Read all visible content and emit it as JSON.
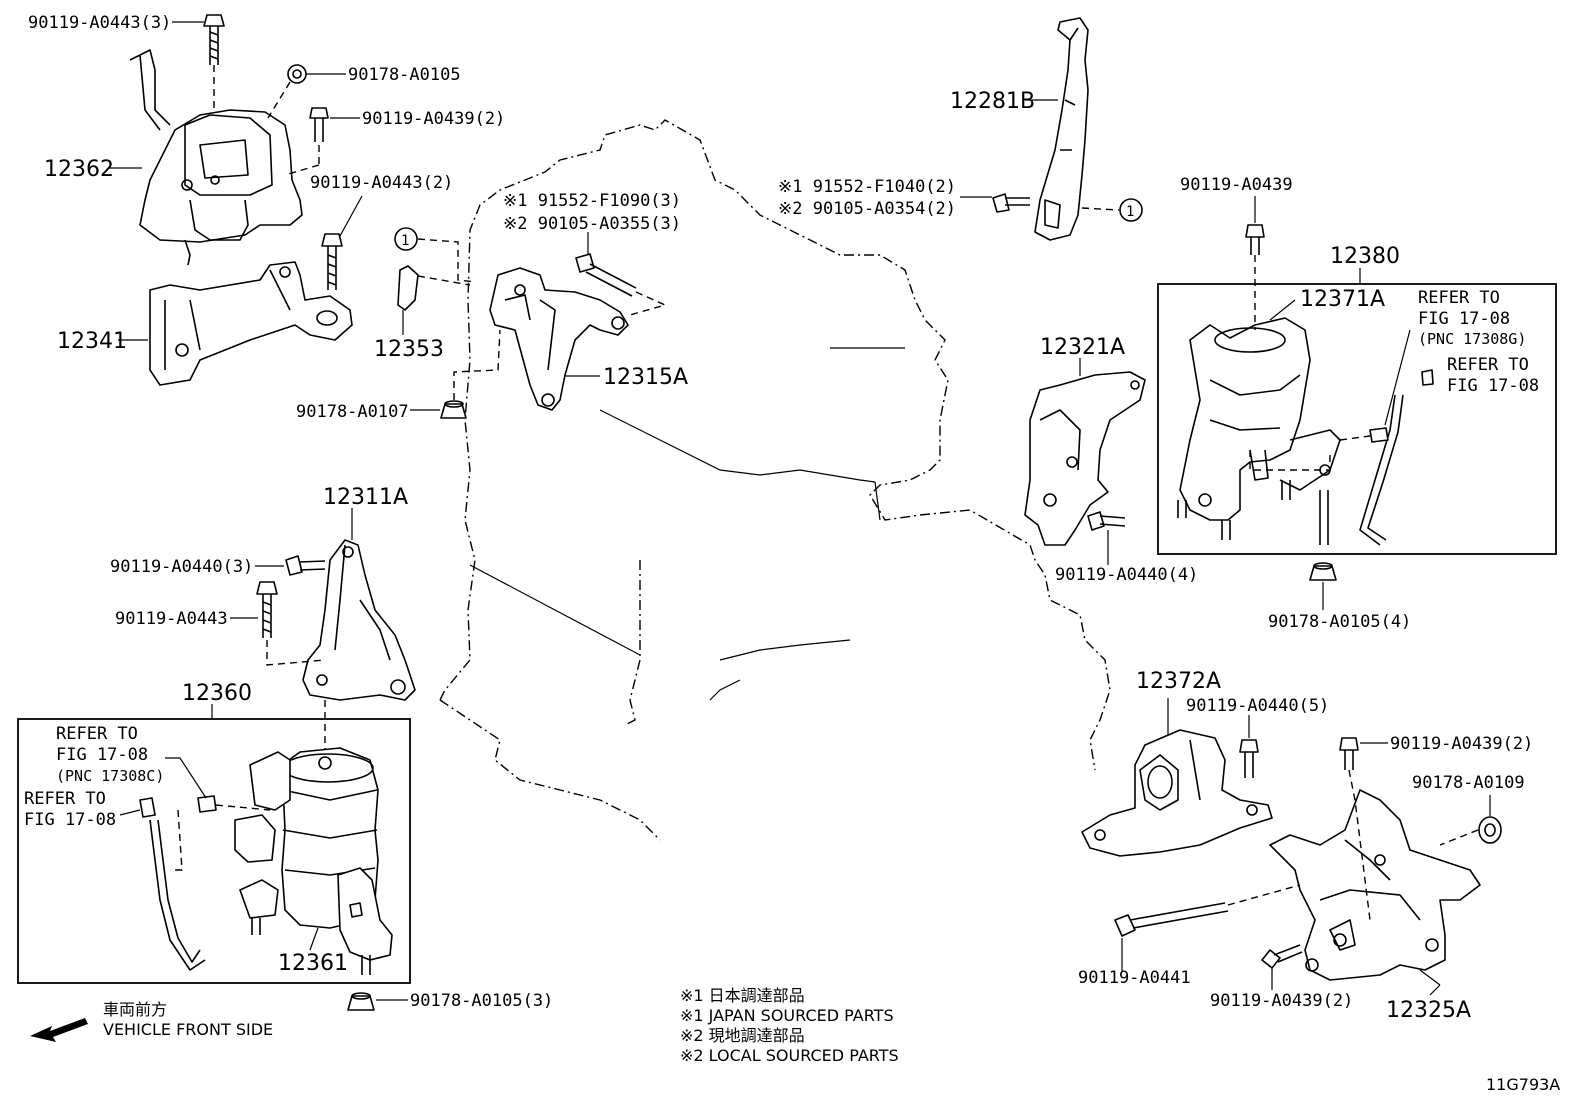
{
  "diagram_id": "11G793A",
  "legend": {
    "jp1": "※1  日本調達部品",
    "en1": "※1  JAPAN SOURCED PARTS",
    "jp2": "※2  現地調達部品",
    "en2": "※2  LOCAL SOURCED PARTS"
  },
  "front": {
    "jp": "車両前方",
    "en": "VEHICLE FRONT SIDE"
  },
  "parts": {
    "p12362": "12362",
    "p12341": "12341",
    "p12353": "12353",
    "p12315A": "12315A",
    "p12281B": "12281B",
    "p12321A": "12321A",
    "p12380": "12380",
    "p12371A": "12371A",
    "p12311A": "12311A",
    "p12360": "12360",
    "p12361": "12361",
    "p12372A": "12372A",
    "p12325A": "12325A"
  },
  "fasteners": {
    "f_a0443_3": "90119-A0443(3)",
    "f_a0105": "90178-A0105",
    "f_a0439_2_top": "90119-A0439(2)",
    "f_a0443_2": "90119-A0443(2)",
    "f_f1090_1": "※1 91552-F1090(3)",
    "f_a0355_2": "※2 90105-A0355(3)",
    "f_f1040_1": "※1 91552-F1040(2)",
    "f_a0354_2": "※2 90105-A0354(2)",
    "f_a0107": "90178-A0107",
    "f_a0439_r": "90119-A0439",
    "f_a0440_4": "90119-A0440(4)",
    "f_a0105_4": "90178-A0105(4)",
    "f_a0440_3": "90119-A0440(3)",
    "f_a0443": "90119-A0443",
    "f_a0105_3": "90178-A0105(3)",
    "f_a0440_5": "90119-A0440(5)",
    "f_a0439_2_br": "90119-A0439(2)",
    "f_a0109": "90178-A0109",
    "f_a0441": "90119-A0441",
    "f_a0439_2_bot": "90119-A0439(2)"
  },
  "refs": {
    "r_right_1a": "REFER TO",
    "r_right_1b": "FIG 17-08",
    "r_right_1c": "(PNC 17308G)",
    "r_right_2a": "REFER TO",
    "r_right_2b": "FIG 17-08",
    "r_left_1a": "REFER TO",
    "r_left_1b": "FIG 17-08",
    "r_left_1c": "(PNC 17308C)",
    "r_left_2a": "REFER TO",
    "r_left_2b": "FIG 17-08"
  },
  "callout_circle": "1"
}
